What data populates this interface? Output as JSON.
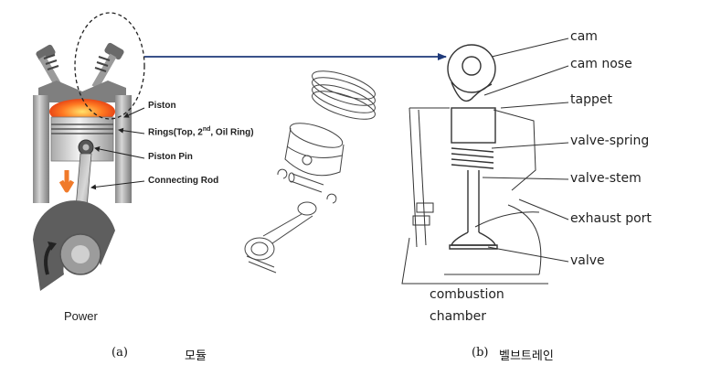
{
  "engine_labels": {
    "piston": "Piston",
    "rings_prefix": "Rings(Top, 2",
    "rings_sup": "nd",
    "rings_suffix": ", Oil Ring)",
    "piston_pin": "Piston Pin",
    "connecting_rod": "Connecting Rod",
    "power": "Power"
  },
  "valvetrain_labels": {
    "cam": "cam",
    "cam_nose": "cam nose",
    "tappet": "tappet",
    "valve_spring": "valve-spring",
    "valve_stem": "valve-stem",
    "exhaust_port": "exhaust port",
    "valve": "valve",
    "combustion_line1": "combustion",
    "combustion_line2": "chamber"
  },
  "captions": {
    "a_marker": "(a)",
    "a_text": "모듈",
    "b_marker": "(b)",
    "b_text": "벨브트레인"
  },
  "colors": {
    "arrow_blue": "#1f3a7a",
    "flame": "#ff5a1f",
    "power_arrow": "#f07a2a",
    "metal_dark": "#5a5a5a",
    "metal_light": "#c8c8c8"
  }
}
